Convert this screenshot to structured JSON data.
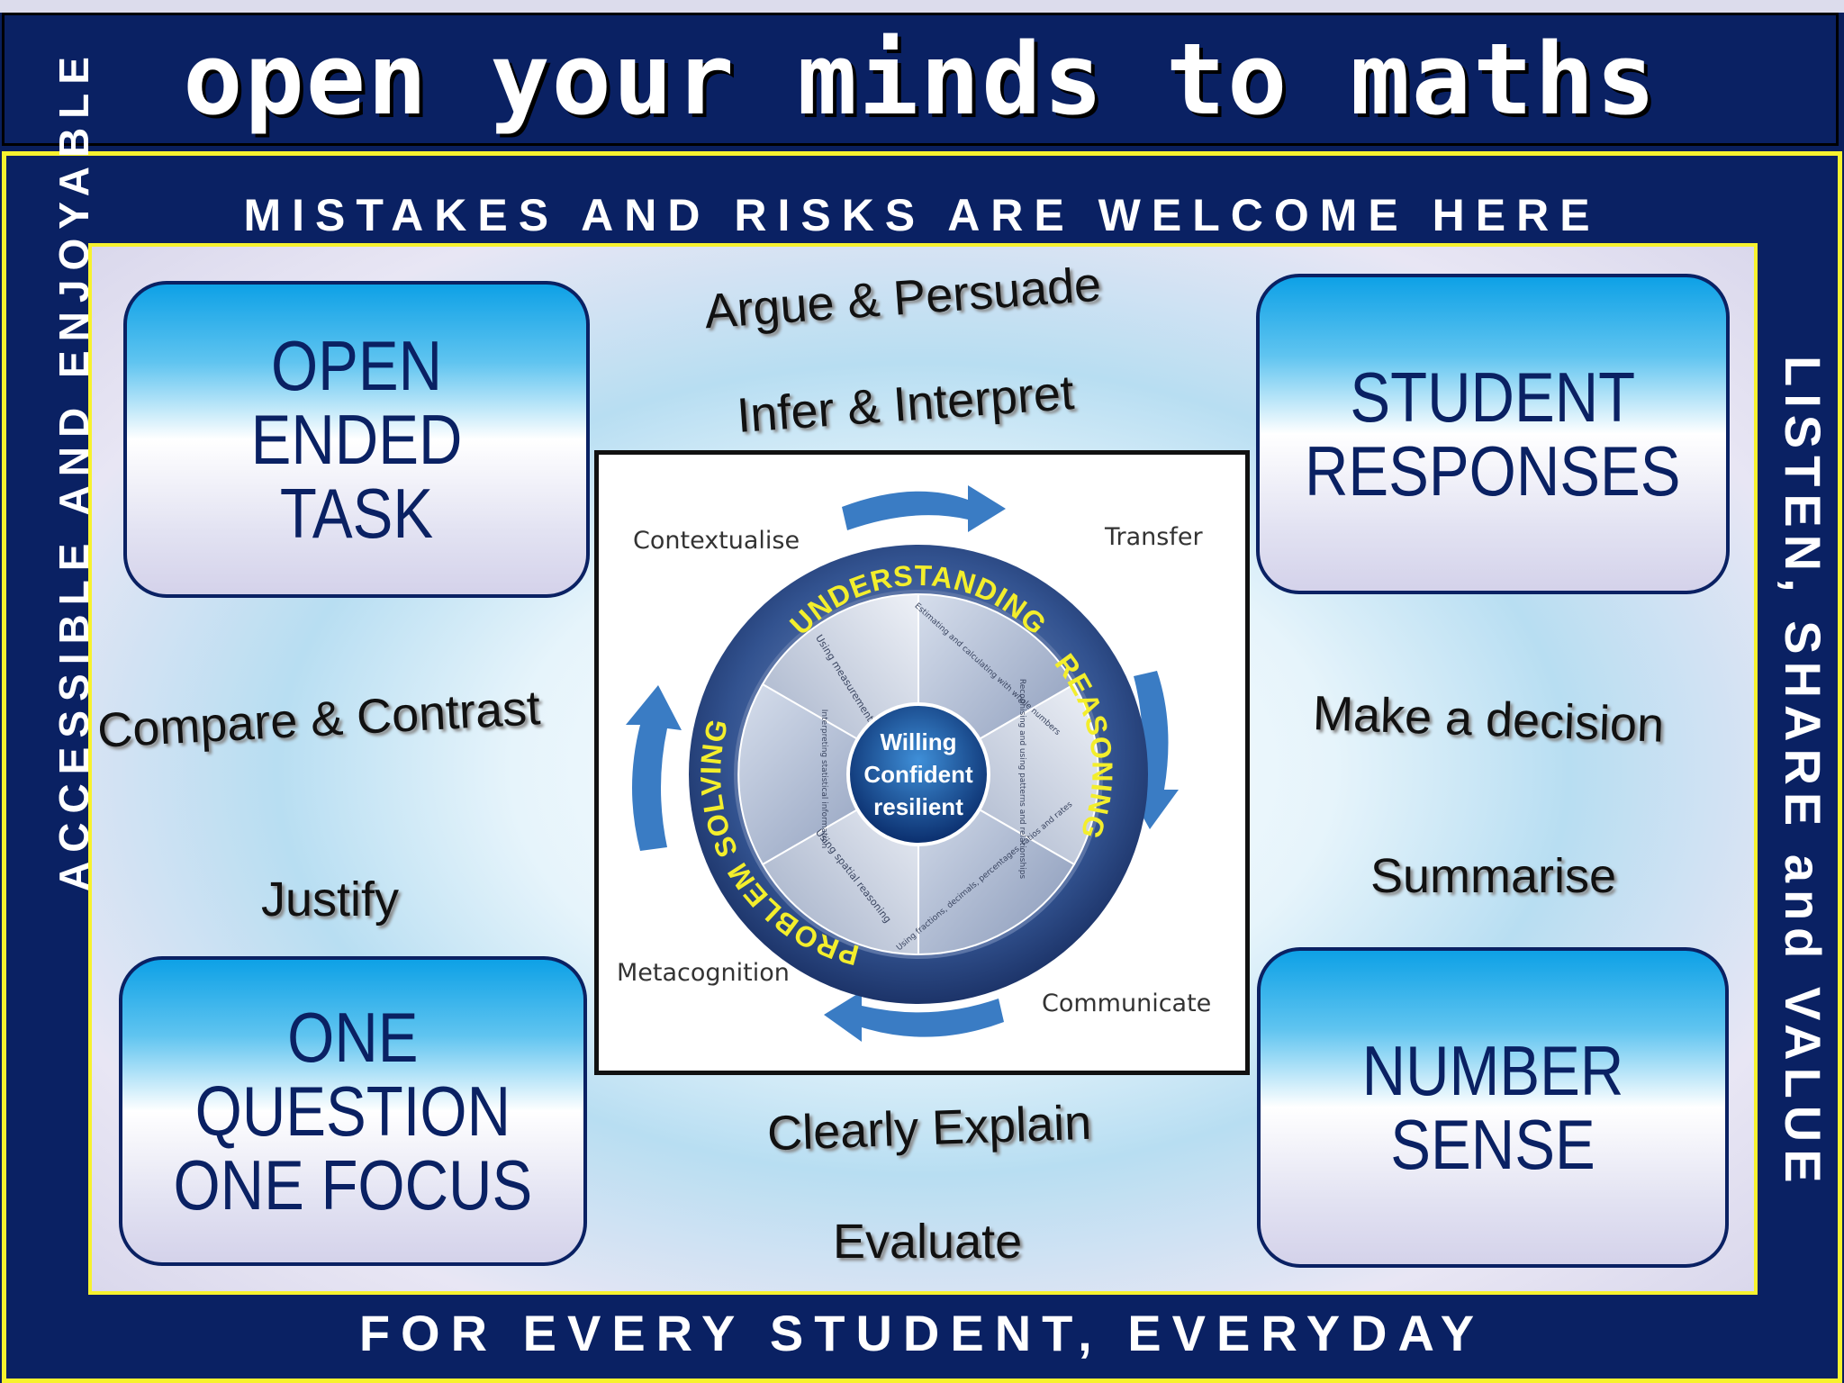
{
  "title": "open your minds to maths",
  "border_texts": {
    "top": "MISTAKES AND RISKS ARE WELCOME HERE",
    "bottom": "FOR EVERY STUDENT, EVERYDAY",
    "left": "ACCESSIBLE AND ENJOYABLE",
    "right": "LISTEN, SHARE and VALUE"
  },
  "boxes": {
    "top_left": "OPEN ENDED\nTASK",
    "top_right": "STUDENT\nRESPONSES",
    "bottom_left": "ONE\nQUESTION\nONE FOCUS",
    "bottom_right": "NUMBER\nSENSE"
  },
  "words": {
    "argue": "Argue & Persuade",
    "infer": "Infer & Interpret",
    "compare": "Compare & Contrast",
    "justify": "Justify",
    "decision": "Make a decision",
    "summarise": "Summarise",
    "explain": "Clearly Explain",
    "evaluate": "Evaluate"
  },
  "diagram": {
    "corners": {
      "contextualise": "Contextualise",
      "transfer": "Transfer",
      "metacognition": "Metacognition",
      "communicate": "Communicate"
    },
    "ring_labels": {
      "understanding": "UNDERSTANDING",
      "reasoning": "REASONING",
      "problem_solving": "PROBLEM SOLVING"
    },
    "center": [
      "Willing",
      "Confident",
      "resilient"
    ],
    "segments": [
      "Using measurement",
      "Estimating and calculating with whole numbers",
      "Recognising and using patterns and relationships",
      "Using fractions, decimals, percentages, ratios and rates",
      "Using spatial reasoning",
      "Interpreting statistical information"
    ]
  },
  "colors": {
    "navy": "#0a2163",
    "yellow_border": "#f7f22e",
    "box_blue": "#0ea1e6",
    "ring_label": "#f3ee2c"
  }
}
